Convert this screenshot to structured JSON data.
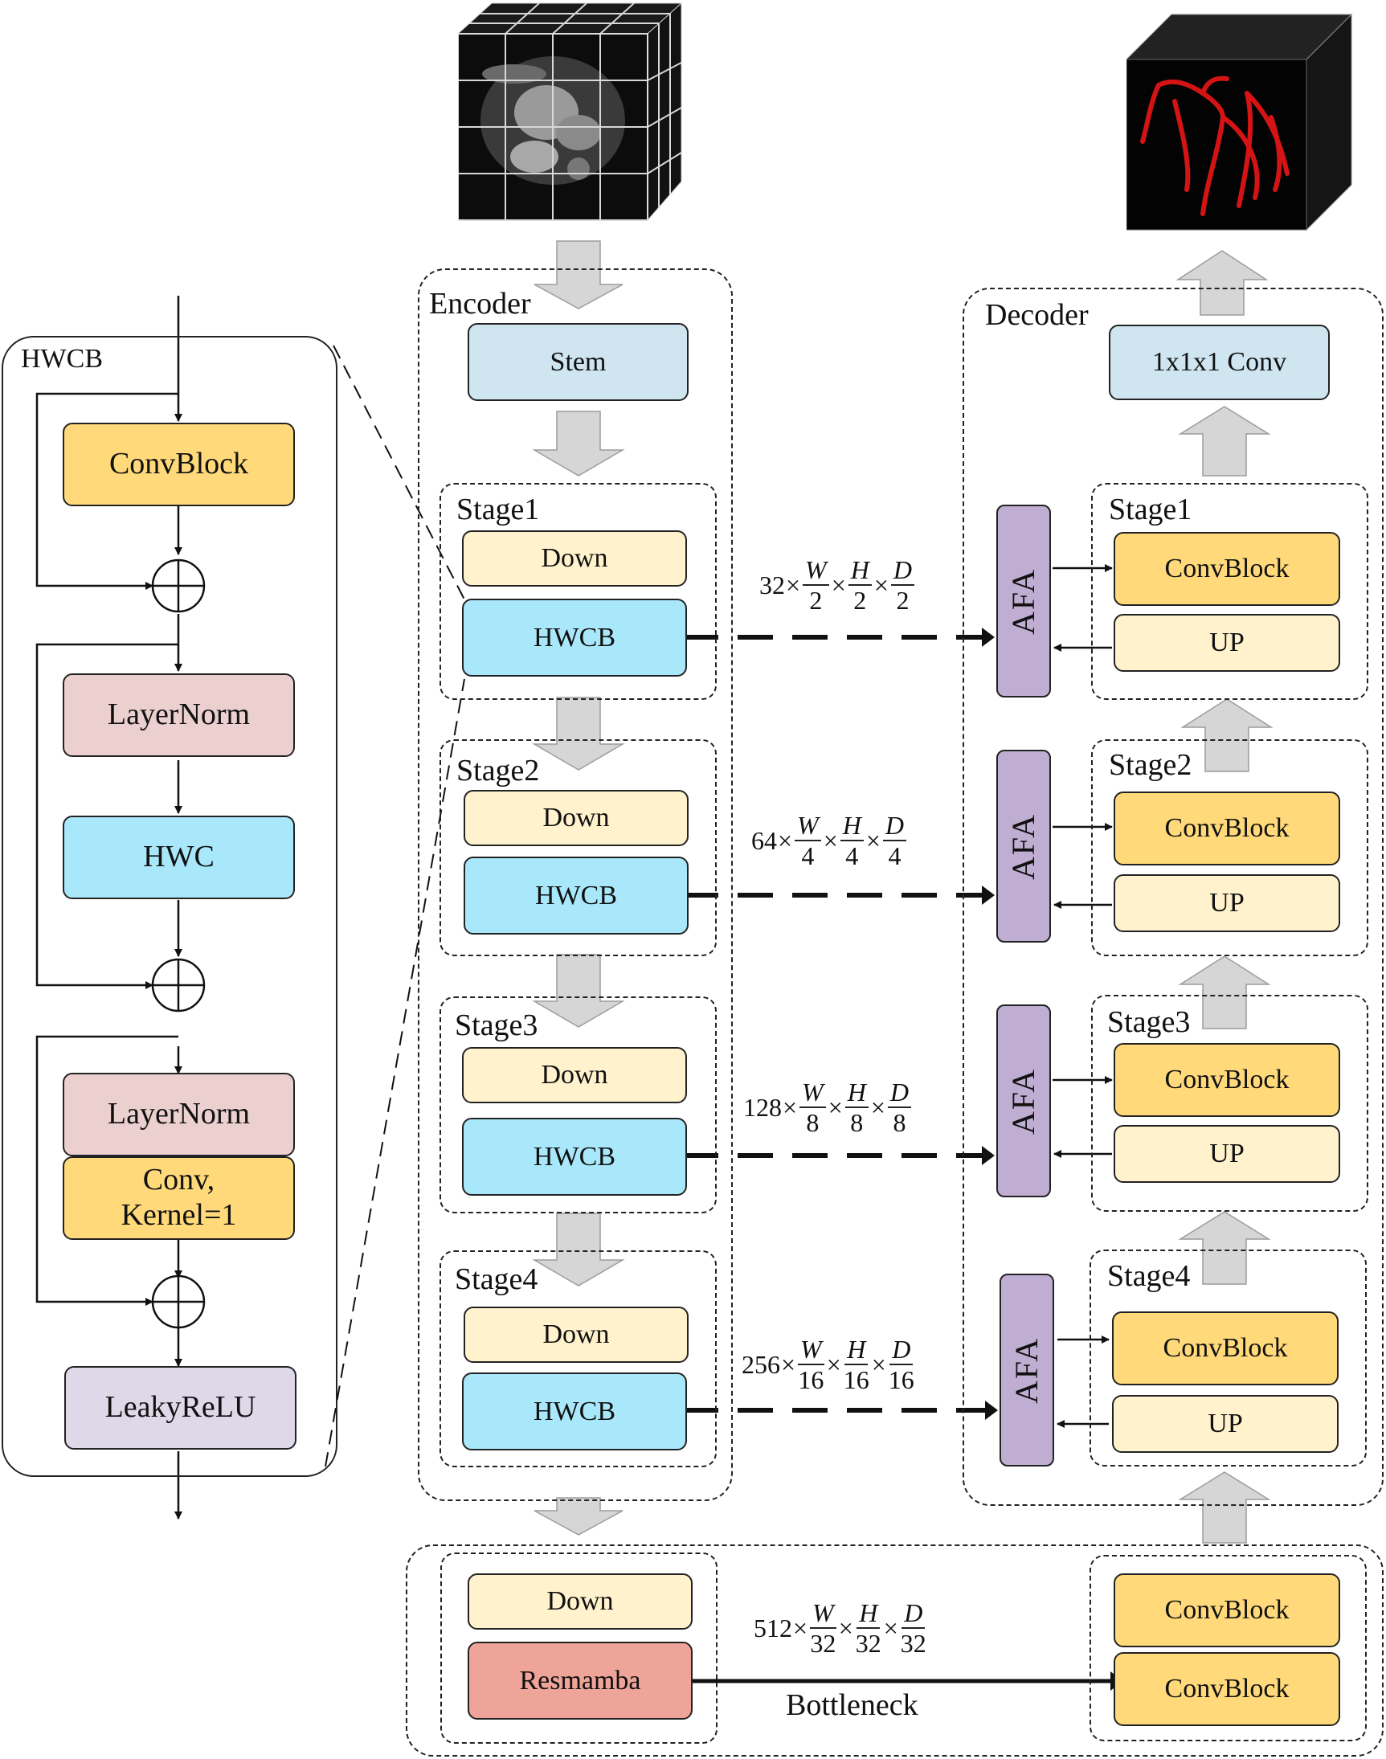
{
  "hwcb_panel": {
    "title": "HWCB",
    "blocks": {
      "convblock": "ConvBlock",
      "layernorm1": "LayerNorm",
      "hwc": "HWC",
      "layernorm2": "LayerNorm",
      "conv_k1": "Conv,\nKernel=1",
      "leakyrelu": "LeakyReLU"
    }
  },
  "encoder": {
    "title": "Encoder",
    "stem": "Stem",
    "stages": [
      {
        "label": "Stage1",
        "down": "Down",
        "block": "HWCB"
      },
      {
        "label": "Stage2",
        "down": "Down",
        "block": "HWCB"
      },
      {
        "label": "Stage3",
        "down": "Down",
        "block": "HWCB"
      },
      {
        "label": "Stage4",
        "down": "Down",
        "block": "HWCB"
      }
    ]
  },
  "decoder": {
    "title": "Decoder",
    "head": "1x1x1 Conv",
    "afa": "AFA",
    "stages": [
      {
        "label": "Stage1",
        "conv": "ConvBlock",
        "up": "UP"
      },
      {
        "label": "Stage2",
        "conv": "ConvBlock",
        "up": "UP"
      },
      {
        "label": "Stage3",
        "conv": "ConvBlock",
        "up": "UP"
      },
      {
        "label": "Stage4",
        "conv": "ConvBlock",
        "up": "UP"
      }
    ]
  },
  "skip_dims": [
    {
      "c": "32",
      "w": "W",
      "h": "H",
      "d": "D",
      "div": "2",
      "times": "×"
    },
    {
      "c": "64",
      "w": "W",
      "h": "H",
      "d": "D",
      "div": "4",
      "times": "×"
    },
    {
      "c": "128",
      "w": "W",
      "h": "H",
      "d": "D",
      "div": "8",
      "times": "×"
    },
    {
      "c": "256",
      "w": "W",
      "h": "H",
      "d": "D",
      "div": "16",
      "times": "×"
    }
  ],
  "bottleneck": {
    "label": "Bottleneck",
    "down": "Down",
    "resmamba": "Resmamba",
    "conv1": "ConvBlock",
    "conv2": "ConvBlock",
    "dims": {
      "c": "512",
      "w": "W",
      "h": "H",
      "d": "D",
      "div": "32",
      "times": "×"
    }
  }
}
